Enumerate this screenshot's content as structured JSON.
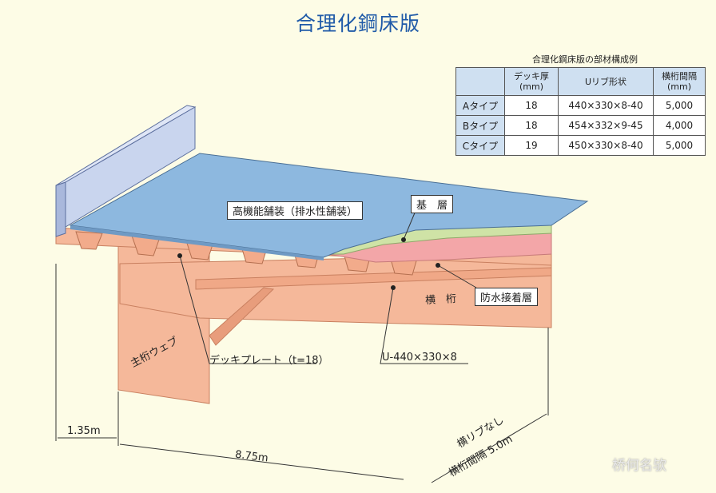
{
  "title": "合理化鋼床版",
  "table": {
    "caption": "合理化鋼床版の部材構成例",
    "headers": [
      "",
      "デッキ厚\n(mm)",
      "Uリブ形状",
      "横桁間隔\n(mm)"
    ],
    "rows": [
      [
        "Aタイプ",
        "18",
        "440×330×8-40",
        "5,000"
      ],
      [
        "Bタイプ",
        "18",
        "454×332×9-45",
        "4,000"
      ],
      [
        "Cタイプ",
        "19",
        "450×330×8-40",
        "5,000"
      ]
    ]
  },
  "labels": {
    "pavement": "高機能舗装（排水性舗装）",
    "base_layer": "基　層",
    "waterproof": "防水接着層",
    "cross_girder": "横　桁",
    "main_girder_web": "主桁ウェブ",
    "deck_plate": "デッキプレート（t=18）",
    "u_rib": "U-440×330×8",
    "no_cross_rib": "横リブなし",
    "cross_girder_spacing": "横桁間隔 5.0m",
    "dim_left": "1.35m",
    "dim_main": "8.75m"
  },
  "watermark": "桥何名欤",
  "colors": {
    "pavement": "#8db8df",
    "base": "#cfe3a6",
    "waterproof": "#f3a6a8",
    "steel": "#f5b89a",
    "steel_dark": "#e89d7c",
    "parapet": "#c9d5ee",
    "title": "#1f5aa8"
  }
}
